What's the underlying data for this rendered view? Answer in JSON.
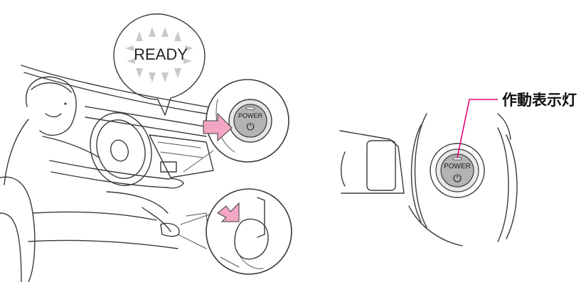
{
  "bubble": {
    "text": "READY"
  },
  "power_button_left": {
    "label": "POWER",
    "symbol": "⏻"
  },
  "power_button_right": {
    "label": "POWER",
    "symbol": "⏻"
  },
  "callout": {
    "label": "作動表示灯"
  },
  "colors": {
    "arrow_fill": "#f2a6c3",
    "indicator_line": "#e6007e",
    "button_face": "#b3b3b3",
    "line": "#3a3a3a"
  },
  "icons": [
    "power-icon",
    "press-arrow",
    "brake-arrow"
  ]
}
